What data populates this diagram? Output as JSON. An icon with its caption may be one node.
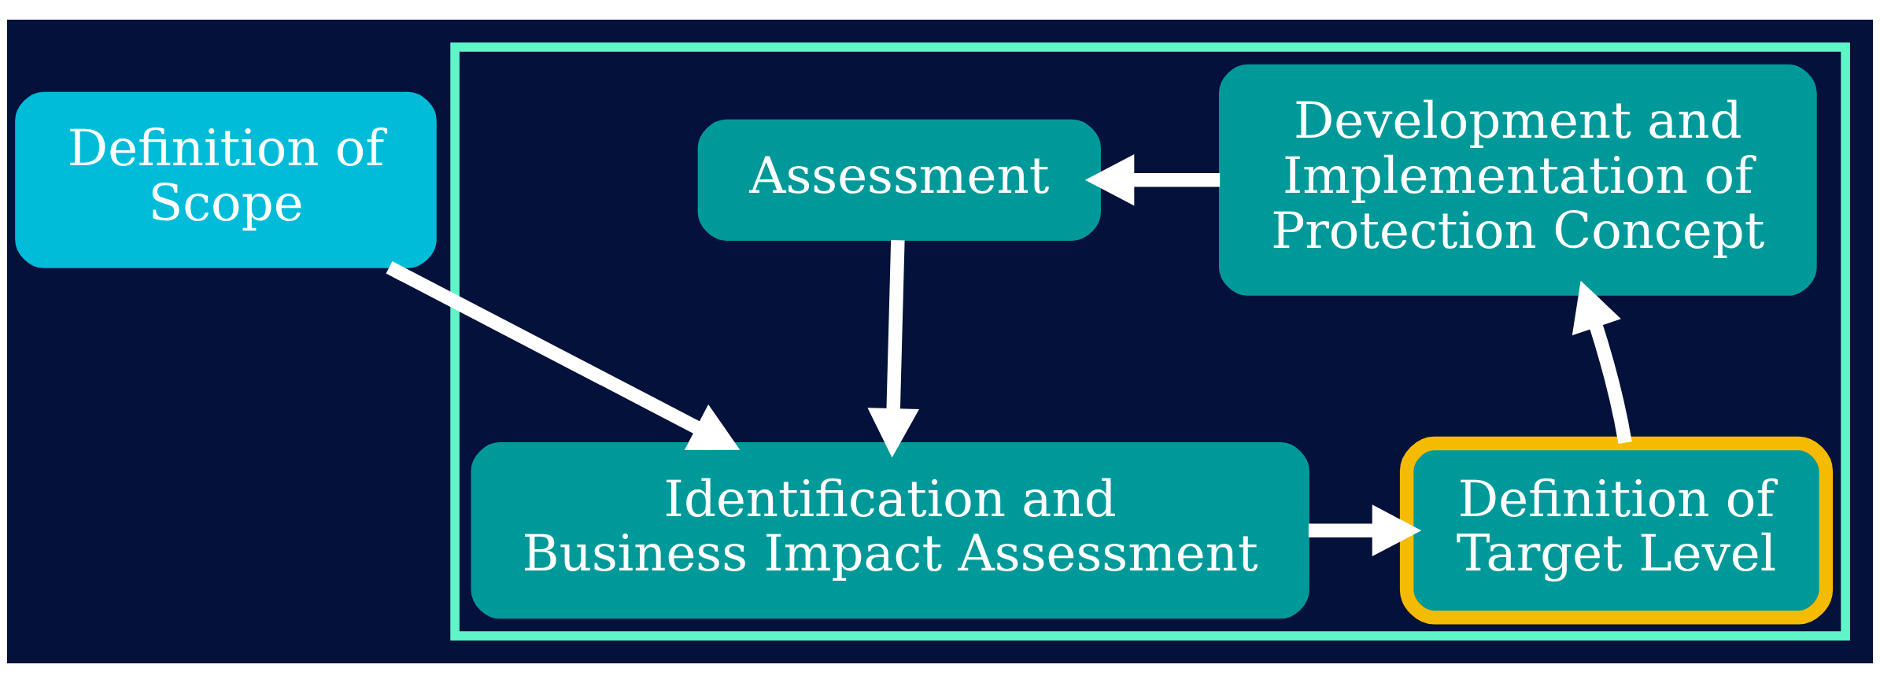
{
  "diagram": {
    "nodes": [
      {
        "text": [
          "Definition of Scope"
        ]
      },
      {
        "text": [],
        "shape": "box"
      },
      {
        "text": [
          "Assessment"
        ],
        "in": 1
      },
      {
        "text": [
          "Development and Implementation of Protection Concept"
        ],
        "in": 1
      },
      {
        "text": [
          "Identification and Business Impact Assessment"
        ],
        "in": 1
      },
      {
        "text": [
          "Definition of Target Level"
        ],
        "in": 1
      }
    ],
    "edges": [
      {
        "from": 0,
        "to": 4,
        "arrow": "to"
      },
      {
        "from": 4,
        "to": 5,
        "arrow": "to"
      },
      {
        "from": 5,
        "to": 3,
        "arrow": "to"
      },
      {
        "from": 3,
        "to": 2,
        "arrow": "to"
      },
      {
        "from": 2,
        "to": 4,
        "arrow": "to"
      }
    ]
  }
}
